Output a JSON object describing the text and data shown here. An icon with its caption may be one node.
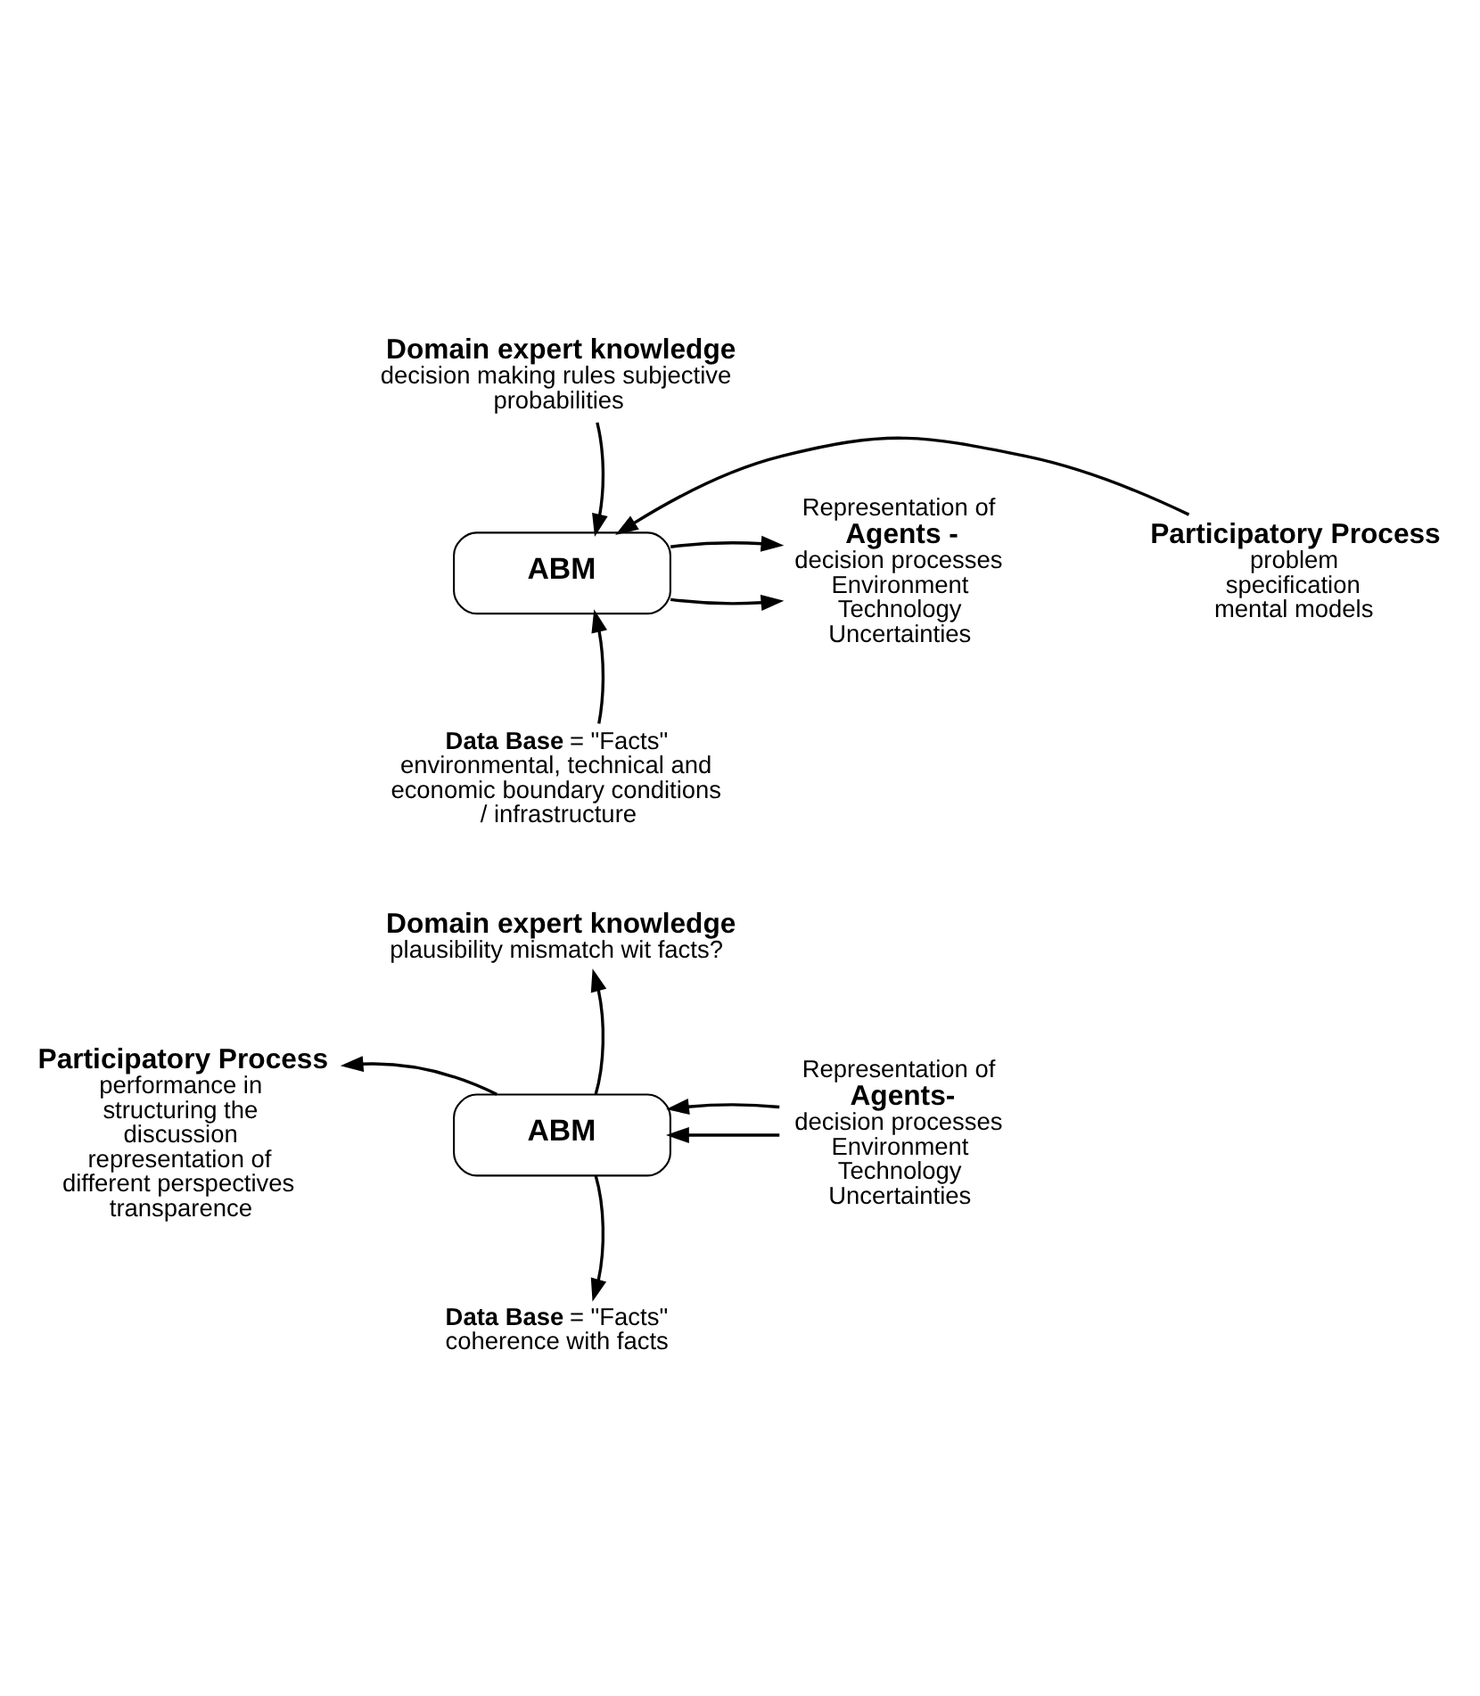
{
  "diagram": {
    "nodes": [
      {
        "text": [
          "Domain expert knowledge",
          "decision making rules subjective probabilities"
        ]
      },
      {
        "text": [
          "Participatory Process",
          "problem specification mental models"
        ]
      },
      {
        "text": [
          "ABM"
        ]
      },
      {
        "text": [
          "Representation of",
          "Agents -",
          "decision processes",
          "Environment",
          "Technology",
          "Uncertainties"
        ]
      },
      {
        "text": [
          "**Data Base** = \"Facts\"",
          "environmental, technical and economic boundary conditions / infrastructure"
        ]
      },
      {
        "text": [
          "Domain expert knowledge",
          "plausibility mismatch wit facts?"
        ]
      },
      {
        "text": [
          "Participatory Process",
          "performance in structuring the discussion representation of different perspectives transparence"
        ]
      },
      {
        "text": [
          "ABM"
        ]
      },
      {
        "text": [
          "Representation of",
          "Agents-",
          "decision processes",
          "Environment",
          "Technology",
          "Uncertainties"
        ]
      },
      {
        "text": [
          "**Data Base** = \"Facts\"",
          "coherence with facts"
        ]
      }
    ],
    "edges": [
      {
        "from": 0,
        "to": 2,
        "arrow": "to"
      },
      {
        "from": 1,
        "to": 2,
        "arrow": "to"
      },
      {
        "from": 4,
        "to": 2,
        "arrow": "to"
      },
      {
        "from": 2,
        "to": 3,
        "arrow": "to"
      },
      {
        "from": 2,
        "to": 3,
        "arrow": "to"
      },
      {
        "from": 7,
        "to": 5,
        "arrow": "to"
      },
      {
        "from": 7,
        "to": 6,
        "arrow": "to"
      },
      {
        "from": 7,
        "to": 9,
        "arrow": "to"
      },
      {
        "from": 8,
        "to": 7,
        "arrow": "to"
      },
      {
        "from": 8,
        "to": 7,
        "arrow": "to"
      }
    ]
  }
}
